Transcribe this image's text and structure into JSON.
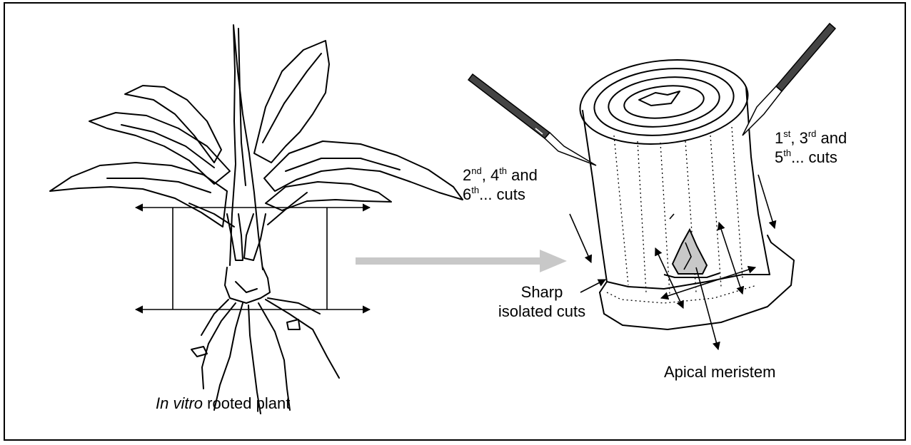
{
  "labels": {
    "plant_caption_italic": "In vitro",
    "plant_caption_rest": " rooted plant",
    "even_cuts": {
      "n1": "2",
      "s1": "nd",
      "t1": ", 4",
      "s2": "th",
      "t2": " and",
      "n3": "6",
      "s3": "th",
      "t3": "... cuts"
    },
    "odd_cuts": {
      "n1": "1",
      "s1": "st",
      "t1": ", 3",
      "s2": "rd",
      "t2": " and",
      "n3": "5",
      "s3": "th",
      "t3": "... cuts"
    },
    "sharp_line1": "Sharp",
    "sharp_line2": "isolated cuts",
    "apical_meristem": "Apical meristem"
  },
  "colors": {
    "stroke": "#000000",
    "process_arrow": "#c8c8c8",
    "meristem_fill": "#c8c8c8"
  }
}
